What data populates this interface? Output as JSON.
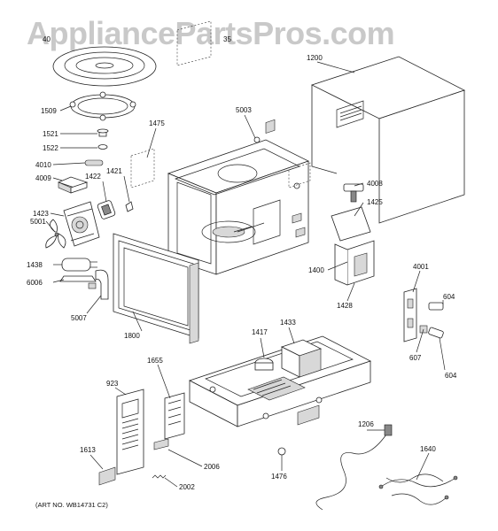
{
  "watermark": "AppliancePartsPros.com",
  "art_number": "(ART NO. WB14731 C2)",
  "parts": [
    {
      "id": "p-4",
      "label": "40"
    },
    {
      "id": "p-1509",
      "label": "1509"
    },
    {
      "id": "p-1521",
      "label": "1521"
    },
    {
      "id": "p-1522",
      "label": "1522"
    },
    {
      "id": "p-4010",
      "label": "4010"
    },
    {
      "id": "p-4009",
      "label": "4009"
    },
    {
      "id": "p-1422",
      "label": "1422"
    },
    {
      "id": "p-1421",
      "label": "1421"
    },
    {
      "id": "p-1423",
      "label": "1423"
    },
    {
      "id": "p-5001",
      "label": "5001"
    },
    {
      "id": "p-1438",
      "label": "1438"
    },
    {
      "id": "p-6006",
      "label": "6006"
    },
    {
      "id": "p-5007",
      "label": "5007"
    },
    {
      "id": "p-1475",
      "label": "1475"
    },
    {
      "id": "p-5003",
      "label": "5003"
    },
    {
      "id": "p-35",
      "label": "35"
    },
    {
      "id": "p-1200",
      "label": "1200"
    },
    {
      "id": "p-4008",
      "label": "4008"
    },
    {
      "id": "p-1425",
      "label": "1425"
    },
    {
      "id": "p-1400",
      "label": "1400"
    },
    {
      "id": "p-1428",
      "label": "1428"
    },
    {
      "id": "p-4001",
      "label": "4001"
    },
    {
      "id": "p-604a",
      "label": "604"
    },
    {
      "id": "p-607",
      "label": "607"
    },
    {
      "id": "p-604b",
      "label": "604"
    },
    {
      "id": "p-1800",
      "label": "1800"
    },
    {
      "id": "p-1433",
      "label": "1433"
    },
    {
      "id": "p-1417",
      "label": "1417"
    },
    {
      "id": "p-1655",
      "label": "1655"
    },
    {
      "id": "p-923",
      "label": "923"
    },
    {
      "id": "p-1613",
      "label": "1613"
    },
    {
      "id": "p-2006",
      "label": "2006"
    },
    {
      "id": "p-2002",
      "label": "2002"
    },
    {
      "id": "p-1476",
      "label": "1476"
    },
    {
      "id": "p-1206",
      "label": "1206"
    },
    {
      "id": "p-1640",
      "label": "1640"
    }
  ]
}
